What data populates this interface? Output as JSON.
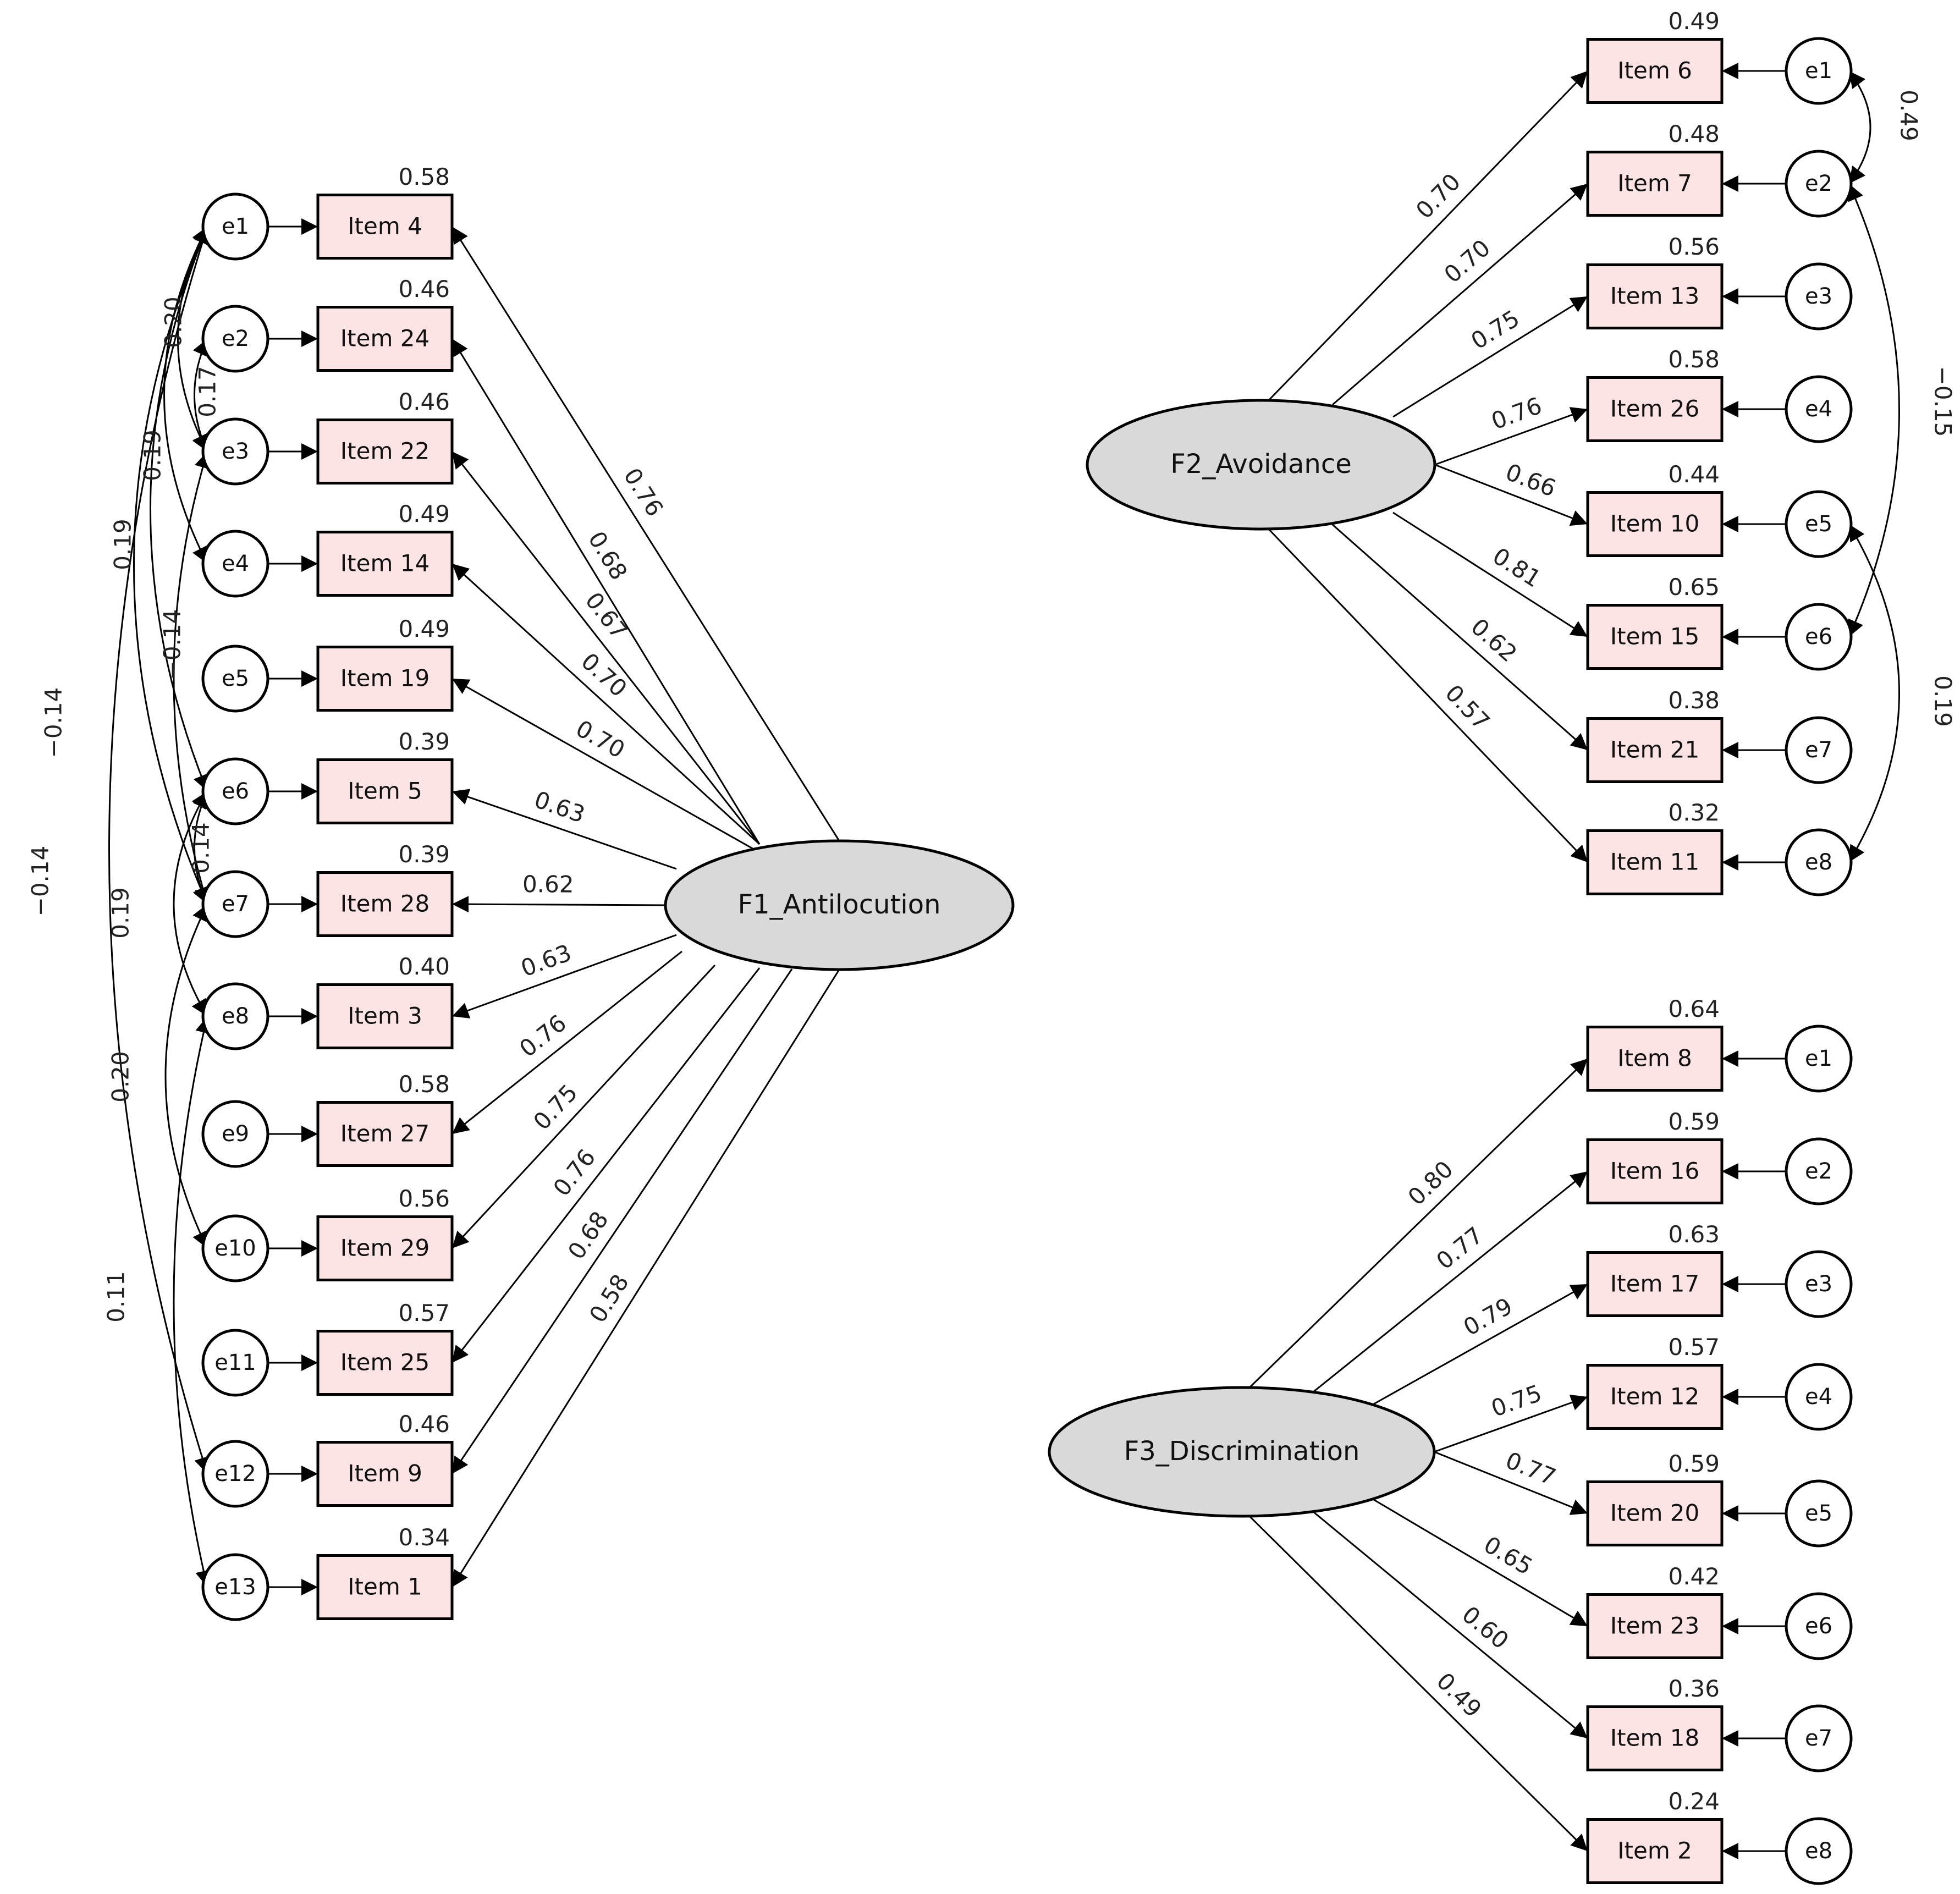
{
  "factors": [
    {
      "name": "F1_Antilocution",
      "items": [
        {
          "item": "Item 4",
          "loading": "0.76",
          "r2": "0.58",
          "error": "e1"
        },
        {
          "item": "Item 24",
          "loading": "0.68",
          "r2": "0.46",
          "error": "e2"
        },
        {
          "item": "Item 22",
          "loading": "0.67",
          "r2": "0.46",
          "error": "e3"
        },
        {
          "item": "Item 14",
          "loading": "0.70",
          "r2": "0.49",
          "error": "e4"
        },
        {
          "item": "Item 19",
          "loading": "0.70",
          "r2": "0.49",
          "error": "e5"
        },
        {
          "item": "Item 5",
          "loading": "0.63",
          "r2": "0.39",
          "error": "e6"
        },
        {
          "item": "Item 28",
          "loading": "0.62",
          "r2": "0.39",
          "error": "e7"
        },
        {
          "item": "Item 3",
          "loading": "0.63",
          "r2": "0.40",
          "error": "e8"
        },
        {
          "item": "Item 27",
          "loading": "0.76",
          "r2": "0.58",
          "error": "e9"
        },
        {
          "item": "Item 29",
          "loading": "0.75",
          "r2": "0.56",
          "error": "e10"
        },
        {
          "item": "Item 25",
          "loading": "0.76",
          "r2": "0.57",
          "error": "e11"
        },
        {
          "item": "Item 9",
          "loading": "0.68",
          "r2": "0.46",
          "error": "e12"
        },
        {
          "item": "Item 1",
          "loading": "0.58",
          "r2": "0.34",
          "error": "e13"
        }
      ],
      "covariances": [
        {
          "from": "e1",
          "to": "e3",
          "value": "0.20"
        },
        {
          "from": "e2",
          "to": "e3",
          "value": "0.17"
        },
        {
          "from": "e1",
          "to": "e4",
          "value": "0.19"
        },
        {
          "from": "e1",
          "to": "e6",
          "value": "0.19"
        },
        {
          "from": "e3",
          "to": "e7",
          "value": "−0.14"
        },
        {
          "from": "e1",
          "to": "e7",
          "value": "−0.14"
        },
        {
          "from": "e6",
          "to": "e7",
          "value": "0.14"
        },
        {
          "from": "e6",
          "to": "e8",
          "value": "0.19"
        },
        {
          "from": "e7",
          "to": "e10",
          "value": "0.20"
        },
        {
          "from": "e1",
          "to": "e12",
          "value": "−0.14"
        },
        {
          "from": "e8",
          "to": "e13",
          "value": "0.11"
        }
      ]
    },
    {
      "name": "F2_Avoidance",
      "items": [
        {
          "item": "Item 6",
          "loading": "0.70",
          "r2": "0.49",
          "error": "e1"
        },
        {
          "item": "Item 7",
          "loading": "0.70",
          "r2": "0.48",
          "error": "e2"
        },
        {
          "item": "Item 13",
          "loading": "0.75",
          "r2": "0.56",
          "error": "e3"
        },
        {
          "item": "Item 26",
          "loading": "0.76",
          "r2": "0.58",
          "error": "e4"
        },
        {
          "item": "Item 10",
          "loading": "0.66",
          "r2": "0.44",
          "error": "e5"
        },
        {
          "item": "Item 15",
          "loading": "0.81",
          "r2": "0.65",
          "error": "e6"
        },
        {
          "item": "Item 21",
          "loading": "0.62",
          "r2": "0.38",
          "error": "e7"
        },
        {
          "item": "Item 11",
          "loading": "0.57",
          "r2": "0.32",
          "error": "e8"
        }
      ],
      "covariances": [
        {
          "from": "e1",
          "to": "e2",
          "value": "0.49"
        },
        {
          "from": "e2",
          "to": "e6",
          "value": "−0.15"
        },
        {
          "from": "e5",
          "to": "e8",
          "value": "0.19"
        }
      ]
    },
    {
      "name": "F3_Discrimination",
      "items": [
        {
          "item": "Item 8",
          "loading": "0.80",
          "r2": "0.64",
          "error": "e1"
        },
        {
          "item": "Item 16",
          "loading": "0.77",
          "r2": "0.59",
          "error": "e2"
        },
        {
          "item": "Item 17",
          "loading": "0.79",
          "r2": "0.63",
          "error": "e3"
        },
        {
          "item": "Item 12",
          "loading": "0.75",
          "r2": "0.57",
          "error": "e4"
        },
        {
          "item": "Item 20",
          "loading": "0.77",
          "r2": "0.59",
          "error": "e5"
        },
        {
          "item": "Item 23",
          "loading": "0.65",
          "r2": "0.42",
          "error": "e6"
        },
        {
          "item": "Item 18",
          "loading": "0.60",
          "r2": "0.36",
          "error": "e7"
        },
        {
          "item": "Item 2",
          "loading": "0.49",
          "r2": "0.24",
          "error": "e8"
        }
      ],
      "covariances": []
    }
  ]
}
